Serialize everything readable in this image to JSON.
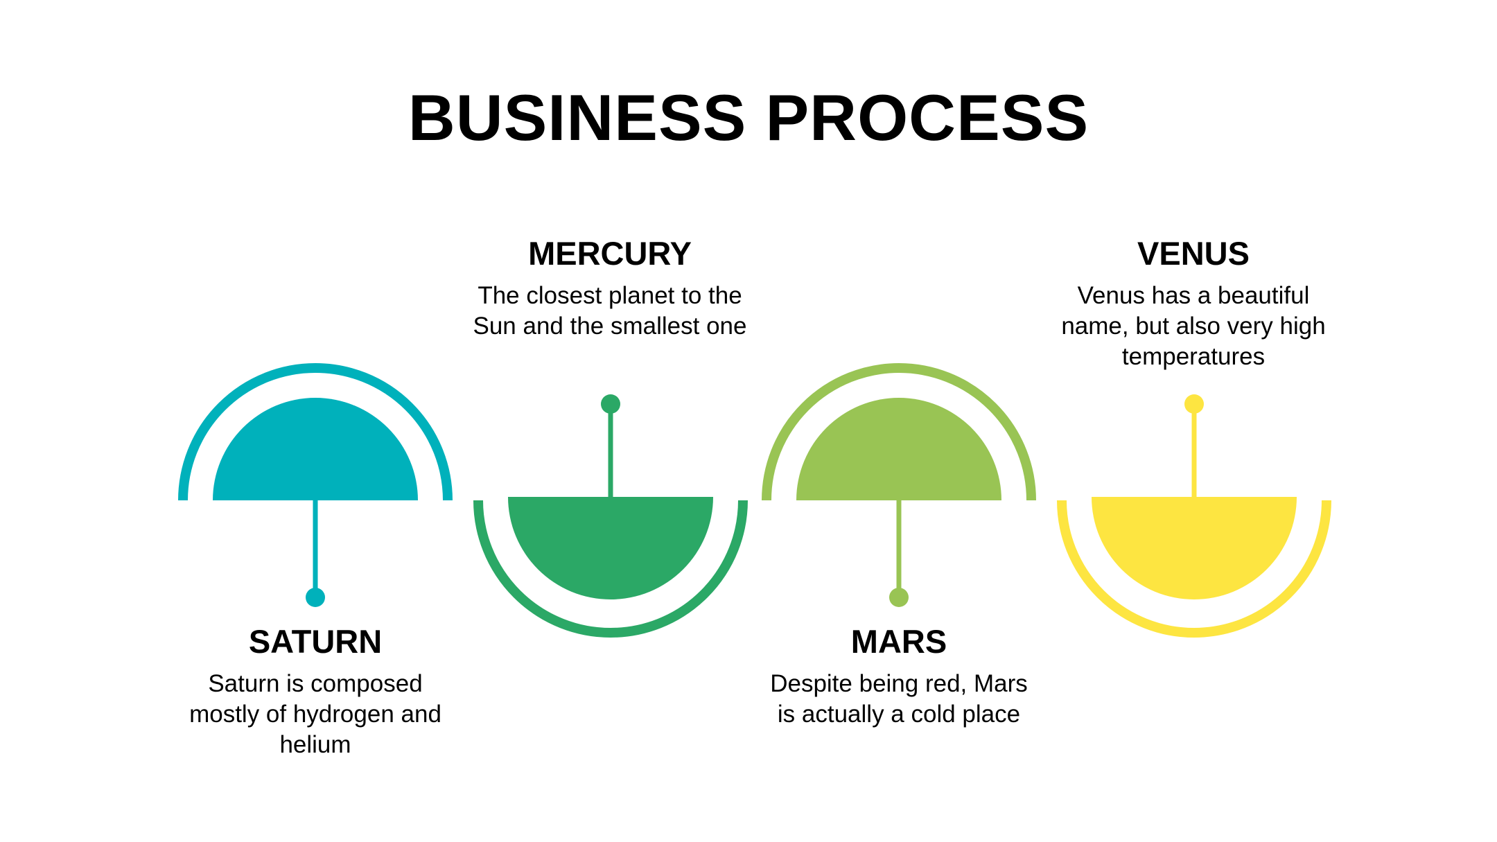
{
  "title": "BUSINESS PROCESS",
  "steps": [
    {
      "name": "SATURN",
      "description": "Saturn is composed mostly of hydrogen and helium",
      "color": "#00B1BB"
    },
    {
      "name": "MERCURY",
      "description": "The closest planet to the Sun and the smallest one",
      "color": "#2BA866"
    },
    {
      "name": "MARS",
      "description": "Despite being red, Mars is actually a cold place",
      "color": "#99C454"
    },
    {
      "name": "VENUS",
      "description": "Venus has a beautiful name, but also very high temperatures",
      "color": "#FDE541"
    }
  ]
}
